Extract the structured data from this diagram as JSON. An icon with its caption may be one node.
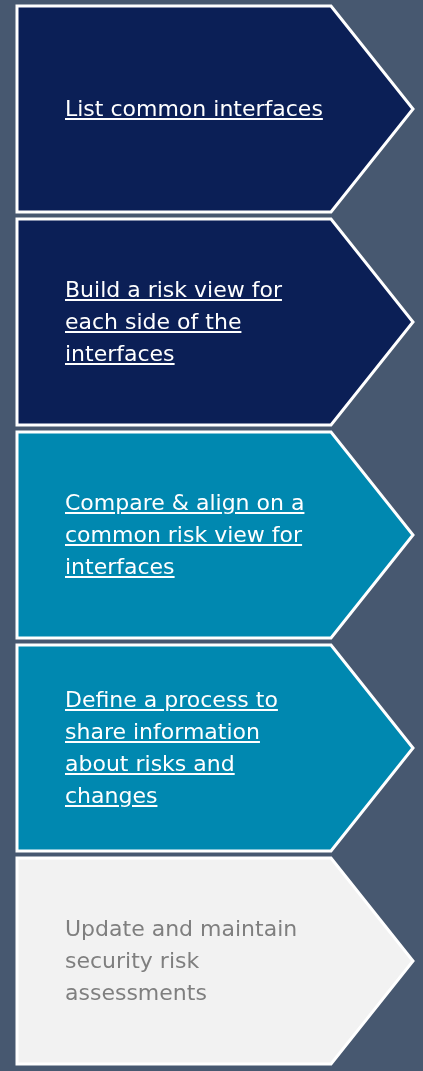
{
  "diagram": {
    "nodes": [
      {
        "text": [
          "List common interfaces"
        ]
      },
      {
        "text": [
          "Build a risk view for each side of the interfaces"
        ]
      },
      {
        "text": [
          "Compare & align on a common risk view for interfaces"
        ]
      },
      {
        "text": [
          "Define a process to share information about risks and changes"
        ]
      },
      {
        "text": [
          "Update and maintain security risk assessments"
        ]
      }
    ]
  }
}
